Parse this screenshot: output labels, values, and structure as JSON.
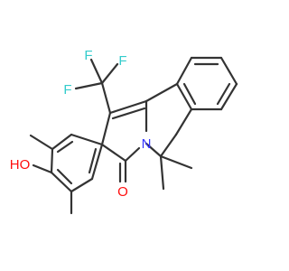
{
  "atoms": {
    "F1": "F",
    "F2": "F",
    "F3": "F",
    "N": "N",
    "O": "O",
    "OH": "HO"
  },
  "colors": {
    "bond": "#333333",
    "fluorine": "#33cccc",
    "nitrogen": "#3333ff",
    "oxygen": "#ff0d0d",
    "background": "#ffffff"
  }
}
